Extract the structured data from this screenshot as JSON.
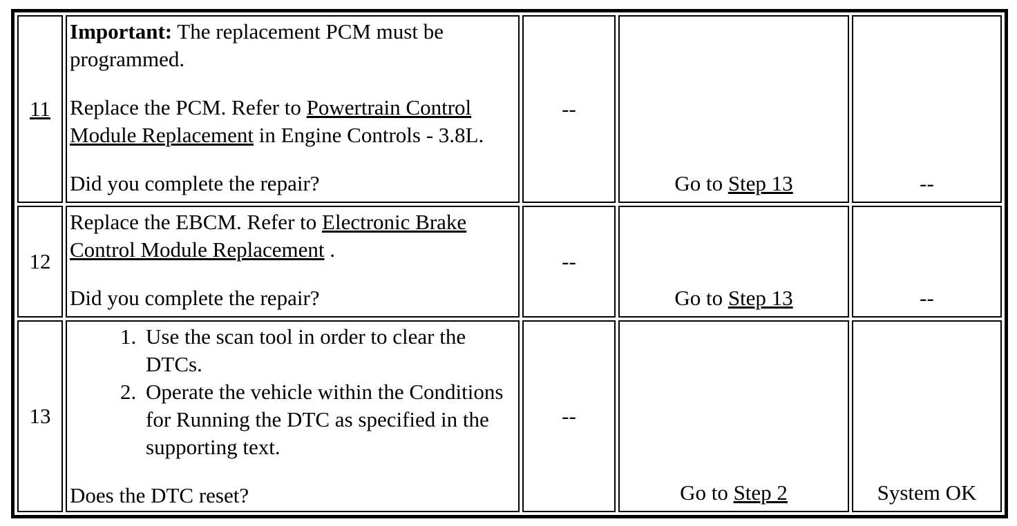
{
  "page": {
    "background_color": "#ffffff",
    "text_color": "#000000",
    "border_color": "#000000"
  },
  "table": {
    "rows": [
      {
        "step": {
          "label": "11",
          "is_link": true
        },
        "action": {
          "p1": {
            "bold": "Important:",
            "rest": " The replacement PCM must be programmed."
          },
          "p2": {
            "pre": "Replace the PCM. Refer to ",
            "link": "Powertrain Control Module Replacement",
            "post": " in Engine Controls - 3.8L."
          },
          "question": "Did you complete the repair?"
        },
        "value": "--",
        "yes": {
          "pre": "Go to ",
          "link": "Step 13"
        },
        "no": "--"
      },
      {
        "step": {
          "label": "12",
          "is_link": false
        },
        "action": {
          "p1": {
            "pre": "Replace the EBCM. Refer to ",
            "link": "Electronic Brake Control Module Replacement",
            "post": " ."
          },
          "question": "Did you complete the repair?"
        },
        "value": "--",
        "yes": {
          "pre": "Go to ",
          "link": "Step 13"
        },
        "no": "--"
      },
      {
        "step": {
          "label": "13",
          "is_link": false
        },
        "action": {
          "list": [
            "Use the scan tool in order to clear the DTCs.",
            "Operate the vehicle within the Conditions for Running the DTC as specified in the supporting text."
          ],
          "question": "Does the DTC reset?"
        },
        "value": "--",
        "yes": {
          "pre": "Go to ",
          "link": "Step 2"
        },
        "no": "System OK"
      }
    ]
  }
}
